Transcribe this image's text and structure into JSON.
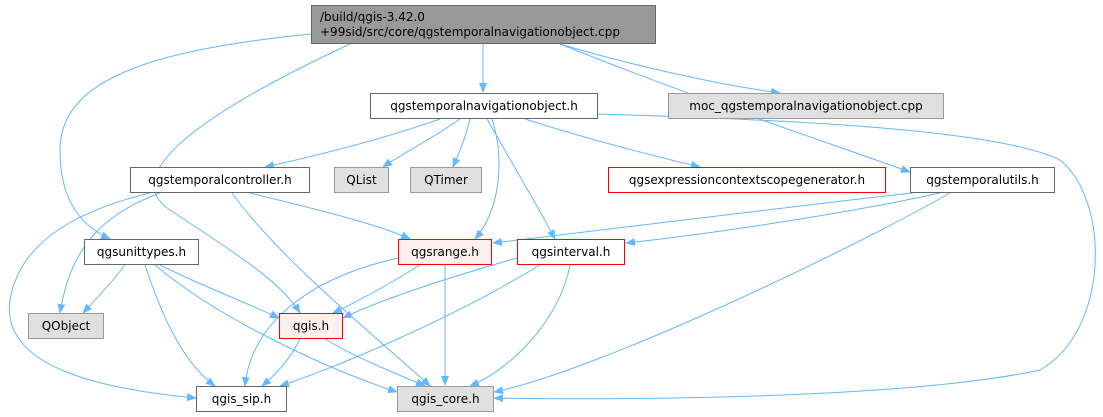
{
  "edge_color": "#63b8ff",
  "nodes": {
    "root": "/build/qgis-3.42.0\n+99sid/src/core/qgstemporalnavigationobject.cpp",
    "nav_h": "qgstemporalnavigationobject.h",
    "moc": "moc_qgstemporalnavigationobject.cpp",
    "controller": "qgstemporalcontroller.h",
    "qlist": "QList",
    "qtimer": "QTimer",
    "exprgen": "qgsexpressioncontextscopegenerator.h",
    "utils": "qgstemporalutils.h",
    "unittypes": "qgsunittypes.h",
    "range": "qgsrange.h",
    "interval": "qgsinterval.h",
    "qobject": "QObject",
    "qgis": "qgis.h",
    "sip": "qgis_sip.h",
    "core": "qgis_core.h"
  }
}
